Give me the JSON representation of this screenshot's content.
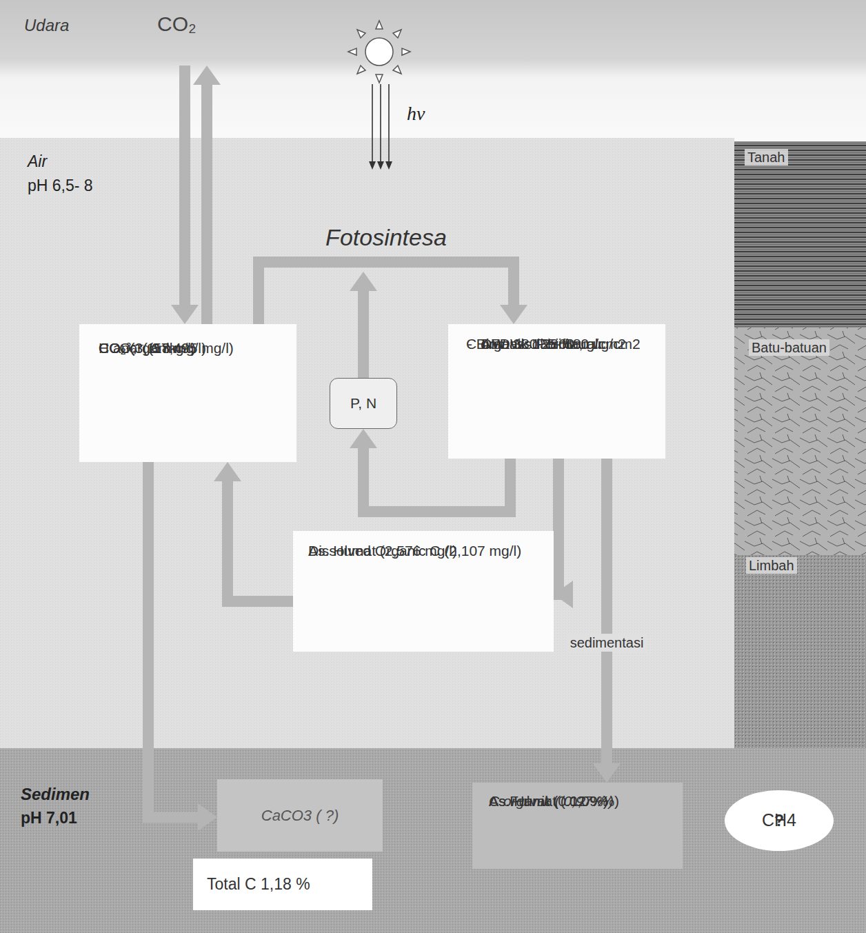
{
  "diagram": {
    "nodes": [
      {
        "text": [
          "Udara",
          "CO₂"
        ]
      },
      {
        "text": [
          "Air",
          "pH 6,5- 8"
        ]
      },
      {
        "text": [
          "C anorganik:",
          "CO₂ (3,118 mg/l)",
          "HCO₃⁻ (57,495 mg/l)",
          "CO₃²⁻ ( 0 mg/l)"
        ],
        "in": 1
      },
      {
        "text": [
          "P, N"
        ],
        "in": 1
      },
      {
        "text": [
          "C organik di biota, al:",
          "- Biomass Perifiton",
          "DW: 380-2860 ug/cm2",
          "AFDW: 135- 580 ug/cm2"
        ],
        "in": 1
      },
      {
        "text": [
          "Dissolved Organic C (2,107 mg/l)",
          "As. Humat (2,576 mg/l)"
        ],
        "in": 1
      },
      {
        "text": [
          "Sedimen",
          "pH 7,01"
        ]
      },
      {
        "text": [
          "CaCO3 ( ?)"
        ],
        "in": 6
      },
      {
        "text": [
          "Total C 1,18 %"
        ],
        "in": 6
      },
      {
        "text": [
          "C organik ( 0,97 %)",
          "As. Humat ( 0,09 %)",
          "As.Fulvat (0.12 %)"
        ],
        "in": 6
      },
      {
        "text": [
          "CH4",
          "?"
        ],
        "in": 6
      }
    ],
    "edges": [
      {
        "from": 0,
        "to": 2,
        "arrow": "to"
      },
      {
        "from": 2,
        "to": 0,
        "arrow": "to"
      },
      {
        "from": 2,
        "to": 4,
        "arrow": "to",
        "label": "Fotosintesa"
      },
      {
        "from": 4,
        "to": 3,
        "arrow": "to"
      },
      {
        "from": 4,
        "to": 5,
        "arrow": "to"
      },
      {
        "from": 5,
        "to": 2,
        "arrow": "to"
      },
      {
        "from": 4,
        "to": 9,
        "arrow": "to",
        "label": "sedimentasi"
      },
      {
        "from": 2,
        "to": 7,
        "arrow": "to"
      }
    ],
    "labels": [
      "hv",
      "Tanah",
      "Batu-batuan",
      "Limbah"
    ]
  }
}
